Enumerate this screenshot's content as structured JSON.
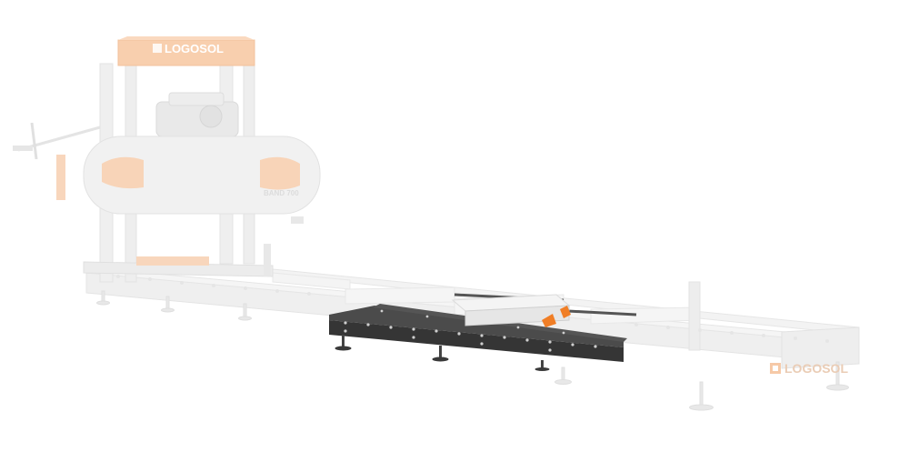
{
  "brand": {
    "top_logo": "LOGOSOL",
    "rail_logo": "LOGOSOL",
    "wheel_model": "BAND 700"
  },
  "colors": {
    "background": "#ffffff",
    "faded_frame": "#ececec",
    "faded_frame_edge": "#dedede",
    "faded_orange": "#f6c49e",
    "highlight_rail": "#3a3a3a",
    "highlight_rail_light": "#6a6a6a",
    "accent_orange": "#f07e26",
    "bolt": "#cfcfcf"
  },
  "icons": {
    "logo_mark": "logosol-mark-icon"
  }
}
